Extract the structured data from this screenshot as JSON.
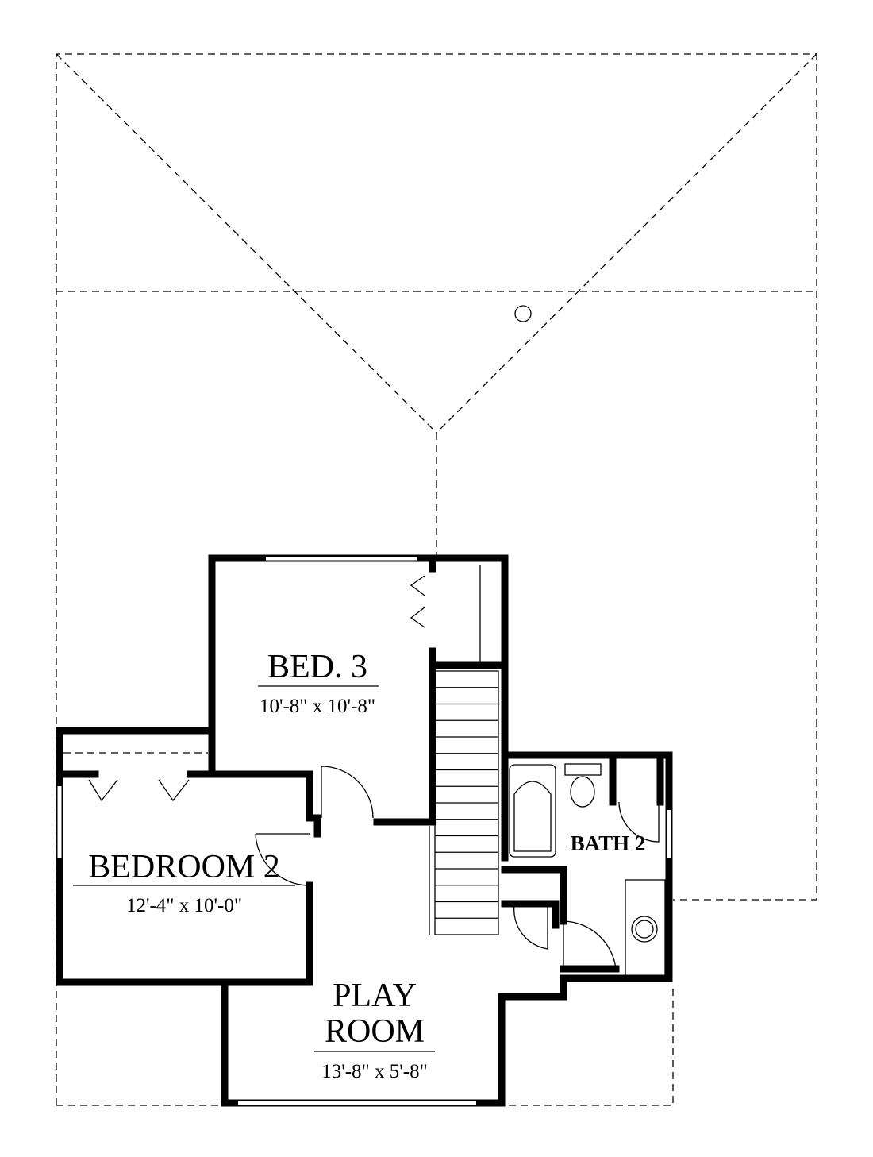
{
  "rooms": {
    "bed3": {
      "name": "BED. 3",
      "dims": "10'-8\" x 10'-8\""
    },
    "bedroom2": {
      "name": "BEDROOM 2",
      "dims": "12'-4\" x 10'-0\""
    },
    "playroom": {
      "name_line1": "PLAY",
      "name_line2": "ROOM",
      "dims": "13'-8\" x 5'-8\""
    },
    "bath2": {
      "name": "BATH 2"
    }
  }
}
